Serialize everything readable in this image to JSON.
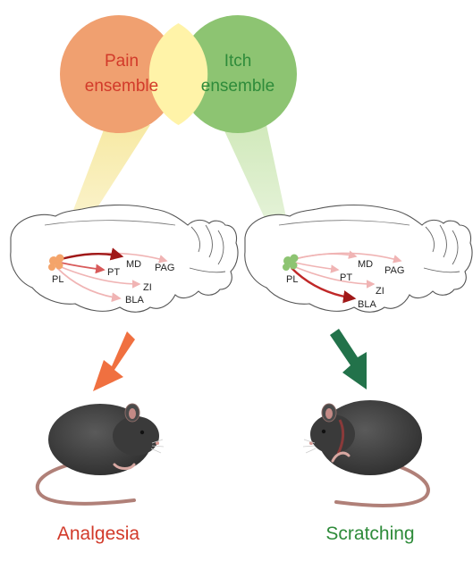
{
  "venn": {
    "pain_label_line1": "Pain",
    "pain_label_line2": "ensemble",
    "itch_label_line1": "Itch",
    "itch_label_line2": "ensemble",
    "pain_color": "#F0A070",
    "itch_color": "#8DC472",
    "overlap_color": "#FFF3A8",
    "pain_text_color": "#D23A2A",
    "itch_text_color": "#2E8B3A"
  },
  "brains": {
    "left": {
      "source": "PL",
      "targets": {
        "md": "MD",
        "pt": "PT",
        "pag": "PAG",
        "zi": "ZI",
        "bla": "BLA"
      },
      "strong_projection": "MD",
      "source_color": "#F4A46A"
    },
    "right": {
      "source": "PL",
      "targets": {
        "md": "MD",
        "pt": "PT",
        "pag": "PAG",
        "zi": "ZI",
        "bla": "BLA"
      },
      "strong_projection": "BLA",
      "source_color": "#8DC472"
    }
  },
  "outcomes": {
    "left_label": "Analgesia",
    "right_label": "Scratching",
    "left_arrow_color": "#F07040",
    "right_arrow_color": "#22724A"
  }
}
